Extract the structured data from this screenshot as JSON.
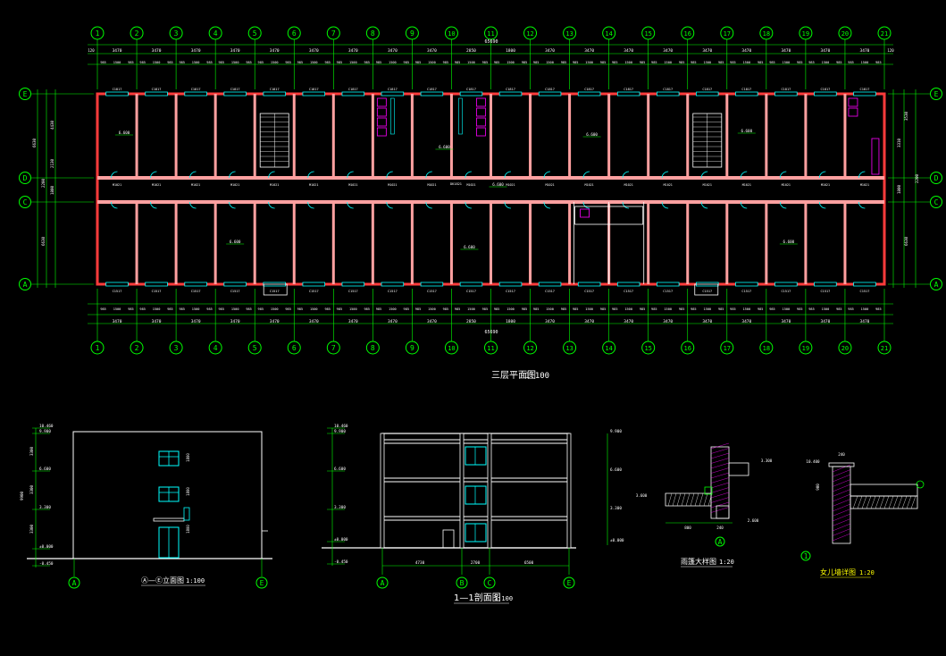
{
  "colors": {
    "background": "#000000",
    "axis": "#00ff00",
    "wall": "#ff3b3b",
    "wall_fill": "#ffa0a0",
    "outline": "#ffffff",
    "dim_text": "#ffffff",
    "window": "#00ffff",
    "door": "#00ffff",
    "fixture": "#ff00ff",
    "label": "#ffffff",
    "yellow": "#ffff00",
    "hatch": "#ff00ff"
  },
  "plan": {
    "title": "三层平面图",
    "scale": "1:100",
    "grid_columns": [
      "1",
      "2",
      "3",
      "4",
      "5",
      "6",
      "7",
      "8",
      "9",
      "10",
      "11",
      "12",
      "13",
      "14",
      "15",
      "16",
      "17",
      "18",
      "19",
      "20",
      "21"
    ],
    "grid_rows": [
      "E",
      "D",
      "C",
      "A"
    ],
    "overall_dim": "65690",
    "bay_dims": [
      "3470",
      "3470",
      "3470",
      "3470",
      "3470",
      "3470",
      "3470",
      "3470",
      "3470",
      "2850",
      "1800",
      "3470",
      "3470",
      "3470",
      "3470",
      "3470",
      "3470",
      "3470",
      "3470",
      "3470"
    ],
    "window_dims": [
      "985",
      "1500",
      "985"
    ],
    "edge_dims": [
      "120",
      "120"
    ],
    "window_tag_top": "C1817",
    "window_tag_bottom": "C1517",
    "door_tag": "M1021",
    "elevator_tag": "DK1821",
    "floor_level": "6.600",
    "left_dims": [
      "6630",
      "4430",
      "2130",
      "2200",
      "1800",
      "6630"
    ],
    "right_dims": [
      "3530",
      "3310",
      "1800",
      "6630",
      "2200"
    ]
  },
  "elevation": {
    "title": "Ⓐ—Ⓔ立面图",
    "scale": "1:100",
    "axes": [
      "A",
      "E"
    ],
    "levels": [
      "10.460",
      "9.900",
      "6.600",
      "3.300",
      "±0.000",
      "-0.450"
    ],
    "dims": [
      "3300",
      "3300",
      "3300"
    ]
  },
  "section": {
    "title": "1—1剖面图",
    "scale": "1:100",
    "axes": [
      "A",
      "B",
      "C",
      "E"
    ],
    "levels": [
      "10.460",
      "9.900",
      "6.600",
      "3.300",
      "±0.000",
      "-0.450"
    ],
    "bottom_dims": [
      "4730",
      "2700",
      "6500"
    ]
  },
  "detail1": {
    "title": "雨篷大样图",
    "scale": "1:20",
    "levels": [
      "3.300",
      "2.600"
    ],
    "dims": [
      "800",
      "240"
    ],
    "tag": "A"
  },
  "detail2": {
    "title": "女儿墙详图",
    "scale": "1:20",
    "levels": [
      "10.400"
    ],
    "dims": [
      "240",
      "900"
    ]
  }
}
